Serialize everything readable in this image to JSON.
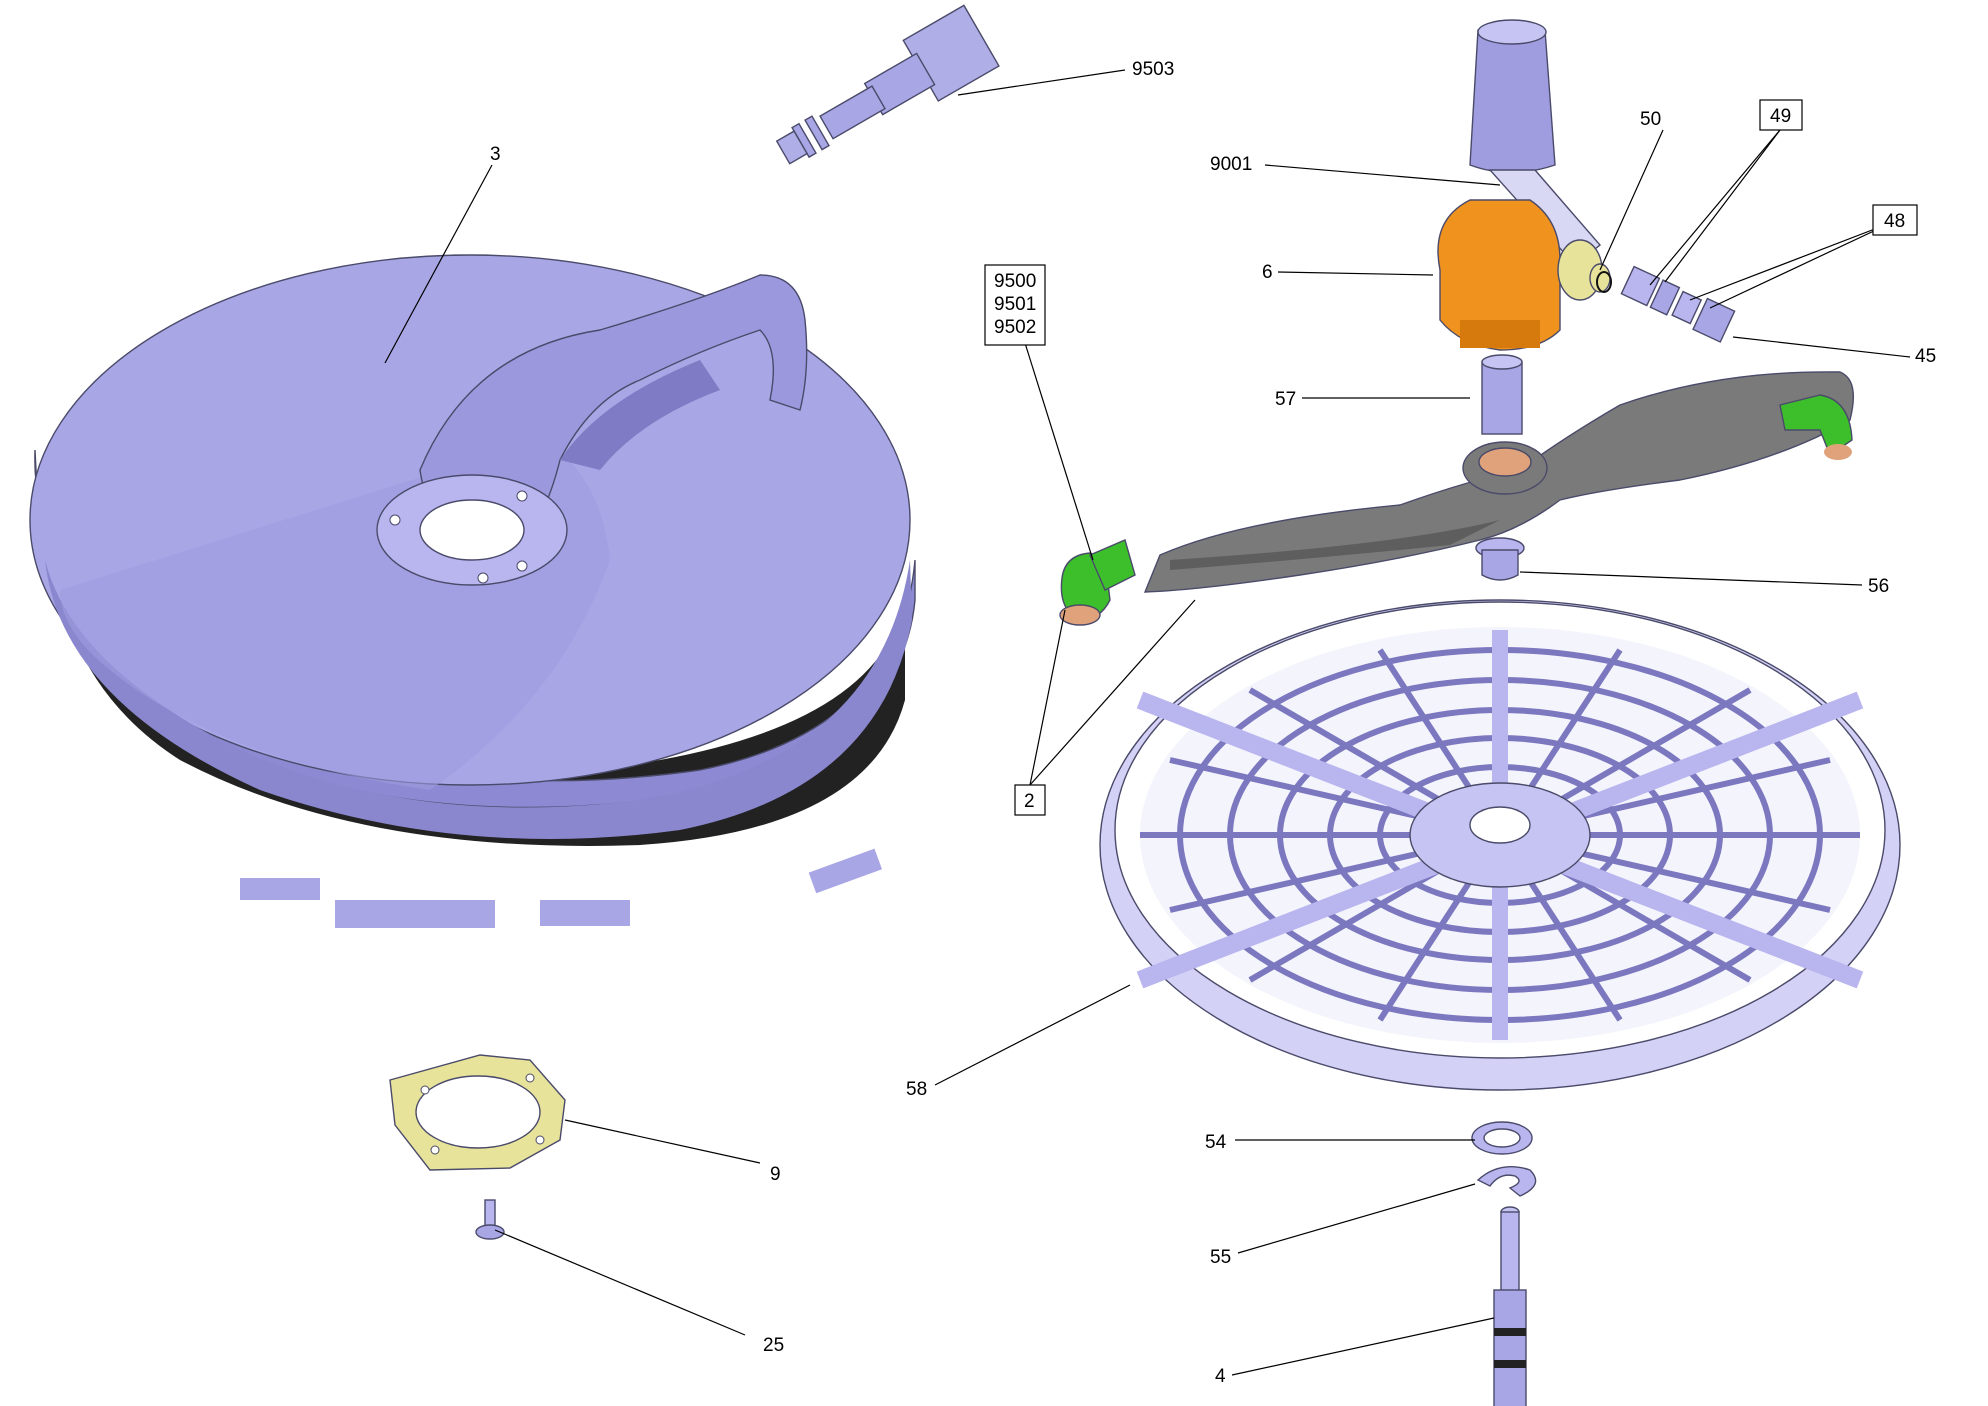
{
  "colors": {
    "part_lavender": "#a9a6e6",
    "part_lavender_dark": "#7f7bc4",
    "part_gray": "#7a7a7a",
    "part_orange": "#f0921e",
    "part_green": "#3dbf2c",
    "part_yellow": "#e7e39a",
    "part_copper": "#e0a27a",
    "part_black": "#222222"
  },
  "callouts": {
    "c9503": "9503",
    "c3": "3",
    "c9001": "9001",
    "c50": "50",
    "c49": "49",
    "c48": "48",
    "c6": "6",
    "c45": "45",
    "c9500": "9500",
    "c9501": "9501",
    "c9502": "9502",
    "c57": "57",
    "c56": "56",
    "c2": "2",
    "c58": "58",
    "c9": "9",
    "c54": "54",
    "c55": "55",
    "c25": "25",
    "c4": "4"
  },
  "parts": [
    {
      "id": "3",
      "icon": "surface-cleaner-hood"
    },
    {
      "id": "9503",
      "icon": "adapter-nipple"
    },
    {
      "id": "9001",
      "icon": "swivel-knob"
    },
    {
      "id": "6",
      "icon": "rotor-hub-orange"
    },
    {
      "id": "50",
      "icon": "o-ring"
    },
    {
      "id": "49",
      "icon": "valve-part"
    },
    {
      "id": "48",
      "icon": "valve-part"
    },
    {
      "id": "45",
      "icon": "plug-screw"
    },
    {
      "id": "57",
      "icon": "sleeve"
    },
    {
      "id": "2",
      "icon": "nozzle-elbow-green"
    },
    {
      "id": "56",
      "icon": "bushing"
    },
    {
      "id": "58",
      "icon": "grid-guard"
    },
    {
      "id": "9",
      "icon": "flange-gasket"
    },
    {
      "id": "25",
      "icon": "screw"
    },
    {
      "id": "54",
      "icon": "washer"
    },
    {
      "id": "55",
      "icon": "retaining-clip"
    },
    {
      "id": "4",
      "icon": "shaft"
    }
  ]
}
